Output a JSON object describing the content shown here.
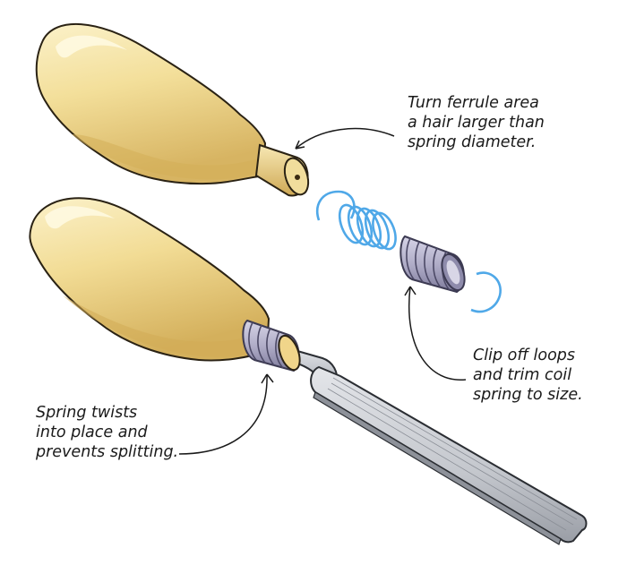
{
  "captions": {
    "ferrule": [
      "Turn ferrule area",
      "a hair larger than",
      "spring diameter."
    ],
    "clip": [
      "Clip off loops",
      "and trim coil",
      "spring to size."
    ],
    "spring": [
      "Spring twists",
      "into place and",
      "prevents splitting."
    ]
  },
  "colors": {
    "wood": "#f3df9a",
    "wood_shade": "#d9b865",
    "wood_highlight": "#fbf1c9",
    "spring_outline": "#4fa8e8",
    "coil_gray": "#b3b0c9",
    "coil_dark": "#7d7a99",
    "steel": "#c9ccd2",
    "steel_dark": "#8a8e96",
    "ink": "#1a1a1a"
  }
}
